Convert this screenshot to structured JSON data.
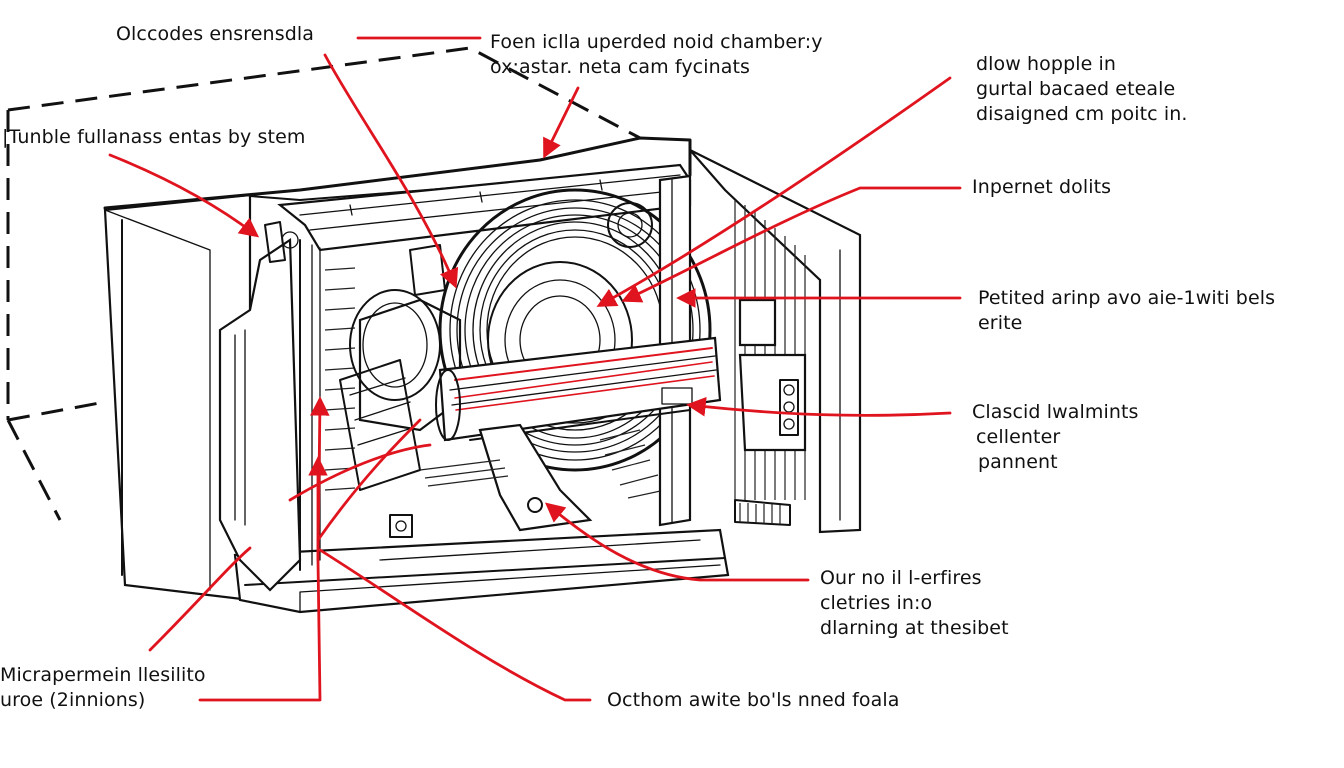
{
  "diagram": {
    "subject": "cutaway line illustration of a boxy appliance with internal drum, rollers and fan",
    "colors": {
      "leader": "#e0141e",
      "lines": "#111111",
      "background": "#ffffff"
    },
    "labels": [
      {
        "id": "top-left",
        "lines": [
          "Olccodes ensrensdla"
        ]
      },
      {
        "id": "top-center",
        "lines": [
          "Foen iclla uperded noid chamber:y",
          "ox:astar. neta cam fycinats"
        ]
      },
      {
        "id": "top-right",
        "lines": [
          "dlow hopple in",
          "gurtal bacaed eteale",
          "disaigned cm poitc in."
        ]
      },
      {
        "id": "left-upper",
        "lines": [
          "|Tunble fullanass entas by stem"
        ]
      },
      {
        "id": "right-1",
        "lines": [
          "Inpernet dolits"
        ]
      },
      {
        "id": "right-2",
        "lines": [
          "Petited arinp avo aie-1witi bels",
          "erite"
        ]
      },
      {
        "id": "right-3",
        "lines": [
          "Clascid lwalmints",
          "cellenter",
          "pannent"
        ]
      },
      {
        "id": "right-4",
        "lines": [
          "Our no il l-erfires",
          "cletries in:o",
          "dlarning at thesibet"
        ]
      },
      {
        "id": "bottom-left",
        "lines": [
          "Micrapermein llesilito",
          "uroe (2innions)"
        ]
      },
      {
        "id": "bottom-center",
        "lines": [
          "Octhom awite bo'ls nned foala"
        ]
      }
    ]
  }
}
